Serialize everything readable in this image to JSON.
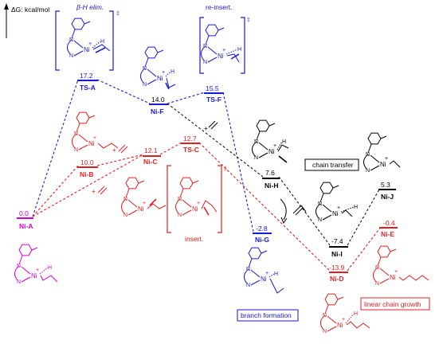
{
  "y_axis_label": "ΔG: kcal/mol",
  "colors": {
    "blue": "#1a1ad0",
    "red": "#e02020",
    "magenta": "#d400d4",
    "black": "#000000"
  },
  "captions": {
    "beta_h_elim": "β-H elim.",
    "re_insert": "re-insert.",
    "insert": "insert.",
    "chain_transfer": "chain transfer",
    "branch_formation": "branch formation",
    "linear_chain_growth": "linear chain growth",
    "dagger": "‡"
  },
  "states": [
    {
      "id": "ni_a",
      "value": "0.0",
      "name": "Ni-A"
    },
    {
      "id": "ts_a",
      "value": "17.2",
      "name": "TS-A"
    },
    {
      "id": "ni_f",
      "value": "14.0",
      "name": "Ni-F"
    },
    {
      "id": "ts_f",
      "value": "15.5",
      "name": "TS-F"
    },
    {
      "id": "ni_g",
      "value": "-2.8",
      "name": "Ni-G"
    },
    {
      "id": "ni_b",
      "value": "10.0",
      "name": "Ni-B"
    },
    {
      "id": "ni_c",
      "value": "12.1",
      "name": "Ni-C"
    },
    {
      "id": "ts_c",
      "value": "12.7",
      "name": "TS-C"
    },
    {
      "id": "ni_d",
      "value": "-13.9",
      "name": "Ni-D"
    },
    {
      "id": "ni_e",
      "value": "-0.4",
      "name": "Ni-E"
    },
    {
      "id": "ni_h",
      "value": "7.6",
      "name": "Ni-H"
    },
    {
      "id": "ni_i",
      "value": "-7.4",
      "name": "Ni-I"
    },
    {
      "id": "ni_j",
      "value": "5.3",
      "name": "Ni-J"
    }
  ],
  "structure_labels": {
    "ni": "Ni",
    "plus": "+",
    "h": "H",
    "n": "N",
    "ethylene_plus": "+"
  }
}
